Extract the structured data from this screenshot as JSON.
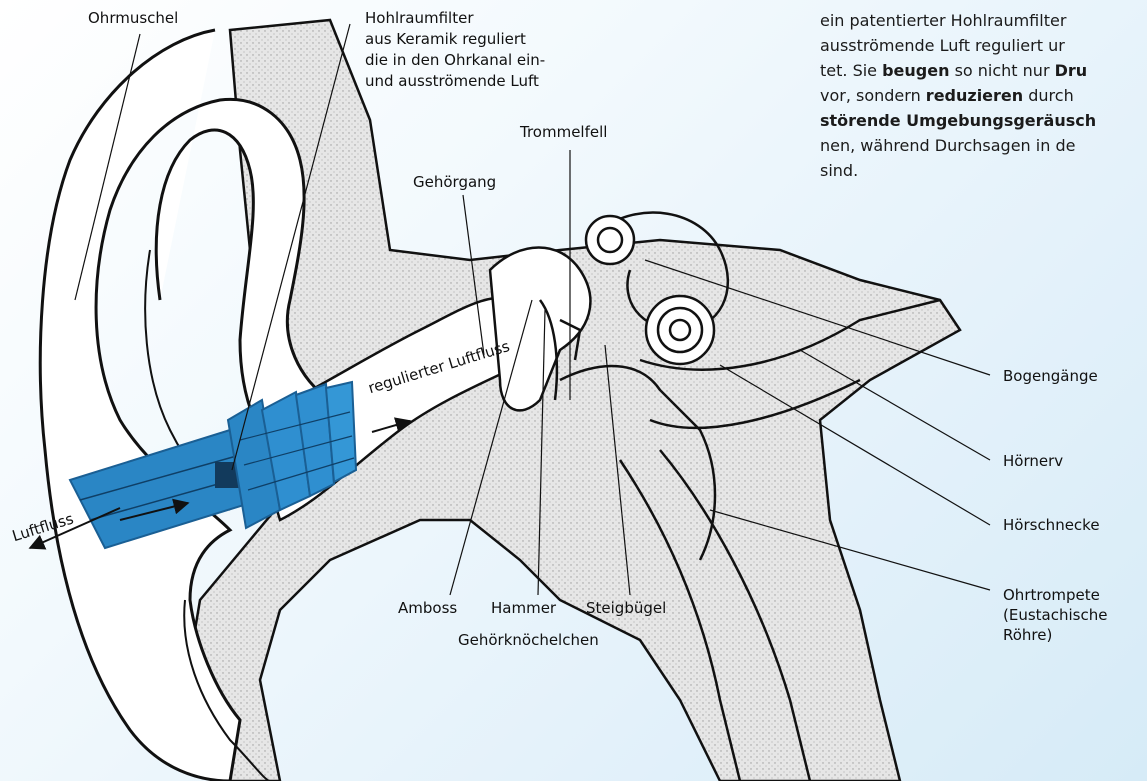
{
  "labels": {
    "ohrmuschel": "Ohrmuschel",
    "hohlraumfilter": "Hohlraumfilter\naus Keramik reguliert\ndie in den Ohrkanal ein-\nund ausströmende Luft",
    "trommelfell": "Trommelfell",
    "gehoergang": "Gehörgang",
    "regulierter_luftfluss": "regulierter\nLuftfluss",
    "luftfluss": "Luftfluss",
    "bogengaenge": "Bogengänge",
    "hoernerv": "Hörnerv",
    "hoerschnecke": "Hörschnecke",
    "ohrtrompete": "Ohrtrompete\n(Eustachische\nRöhre)",
    "amboss": "Amboss",
    "hammer": "Hammer",
    "steigbuegel": "Steigbügel",
    "gehoerknoechelchen": "Gehörknöchelchen"
  },
  "paragraph": {
    "l1": "ein patentierter Hohlraumfilter",
    "l2": "ausströmende Luft reguliert ur",
    "l3a": "tet. Sie ",
    "l3b": "beugen",
    "l3c": " so nicht nur ",
    "l3d": "Dru",
    "l4a": "vor, sondern ",
    "l4b": "reduzieren",
    "l4c": " durch",
    "l5": "störende Umgebungsgeräusch",
    "l6": "nen, während Durchsagen in de",
    "l7": "sind."
  },
  "colors": {
    "earplug": "#2a86c5",
    "earplug_dark": "#1a5f94",
    "tissue": "#e3e3e3",
    "outline": "#111111"
  }
}
